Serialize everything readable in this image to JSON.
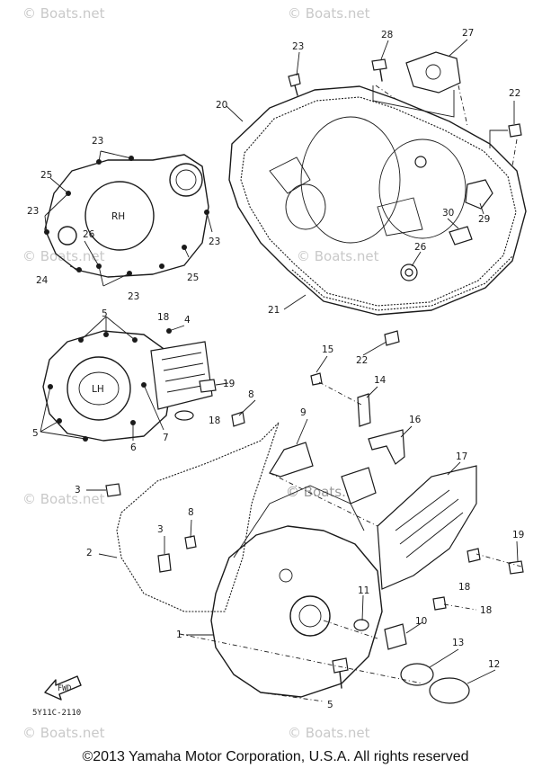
{
  "watermark": {
    "text": "© Boats.net"
  },
  "callouts": {
    "c1": "1",
    "c2": "2",
    "c3a": "3",
    "c3b": "3",
    "c4": "4",
    "c5a": "5",
    "c5b": "5",
    "c5c": "5",
    "c6": "6",
    "c7": "7",
    "c8a": "8",
    "c8b": "8",
    "c9": "9",
    "c10": "10",
    "c11": "11",
    "c12": "12",
    "c13": "13",
    "c14": "14",
    "c15": "15",
    "c16": "16",
    "c17": "17",
    "c18a": "18",
    "c18b": "18",
    "c18c": "18",
    "c18d": "18",
    "c19a": "19",
    "c19b": "19",
    "c20": "20",
    "c21": "21",
    "c22a": "22",
    "c22b": "22",
    "c23a": "23",
    "c23b": "23",
    "c23c": "23",
    "c23d": "23",
    "c23e": "23",
    "c24": "24",
    "c25a": "25",
    "c25b": "25",
    "c26a": "26",
    "c26b": "26",
    "c27": "27",
    "c28": "28",
    "c29": "29",
    "c30": "30"
  },
  "cover_marks": {
    "rh": "RH",
    "lh": "LH"
  },
  "arrow_label": "FWD",
  "diagram_code": "5Y11C-2110",
  "footer": {
    "copyright": "©2013 Yamaha Motor Corporation, U.S.A. All rights reserved"
  }
}
